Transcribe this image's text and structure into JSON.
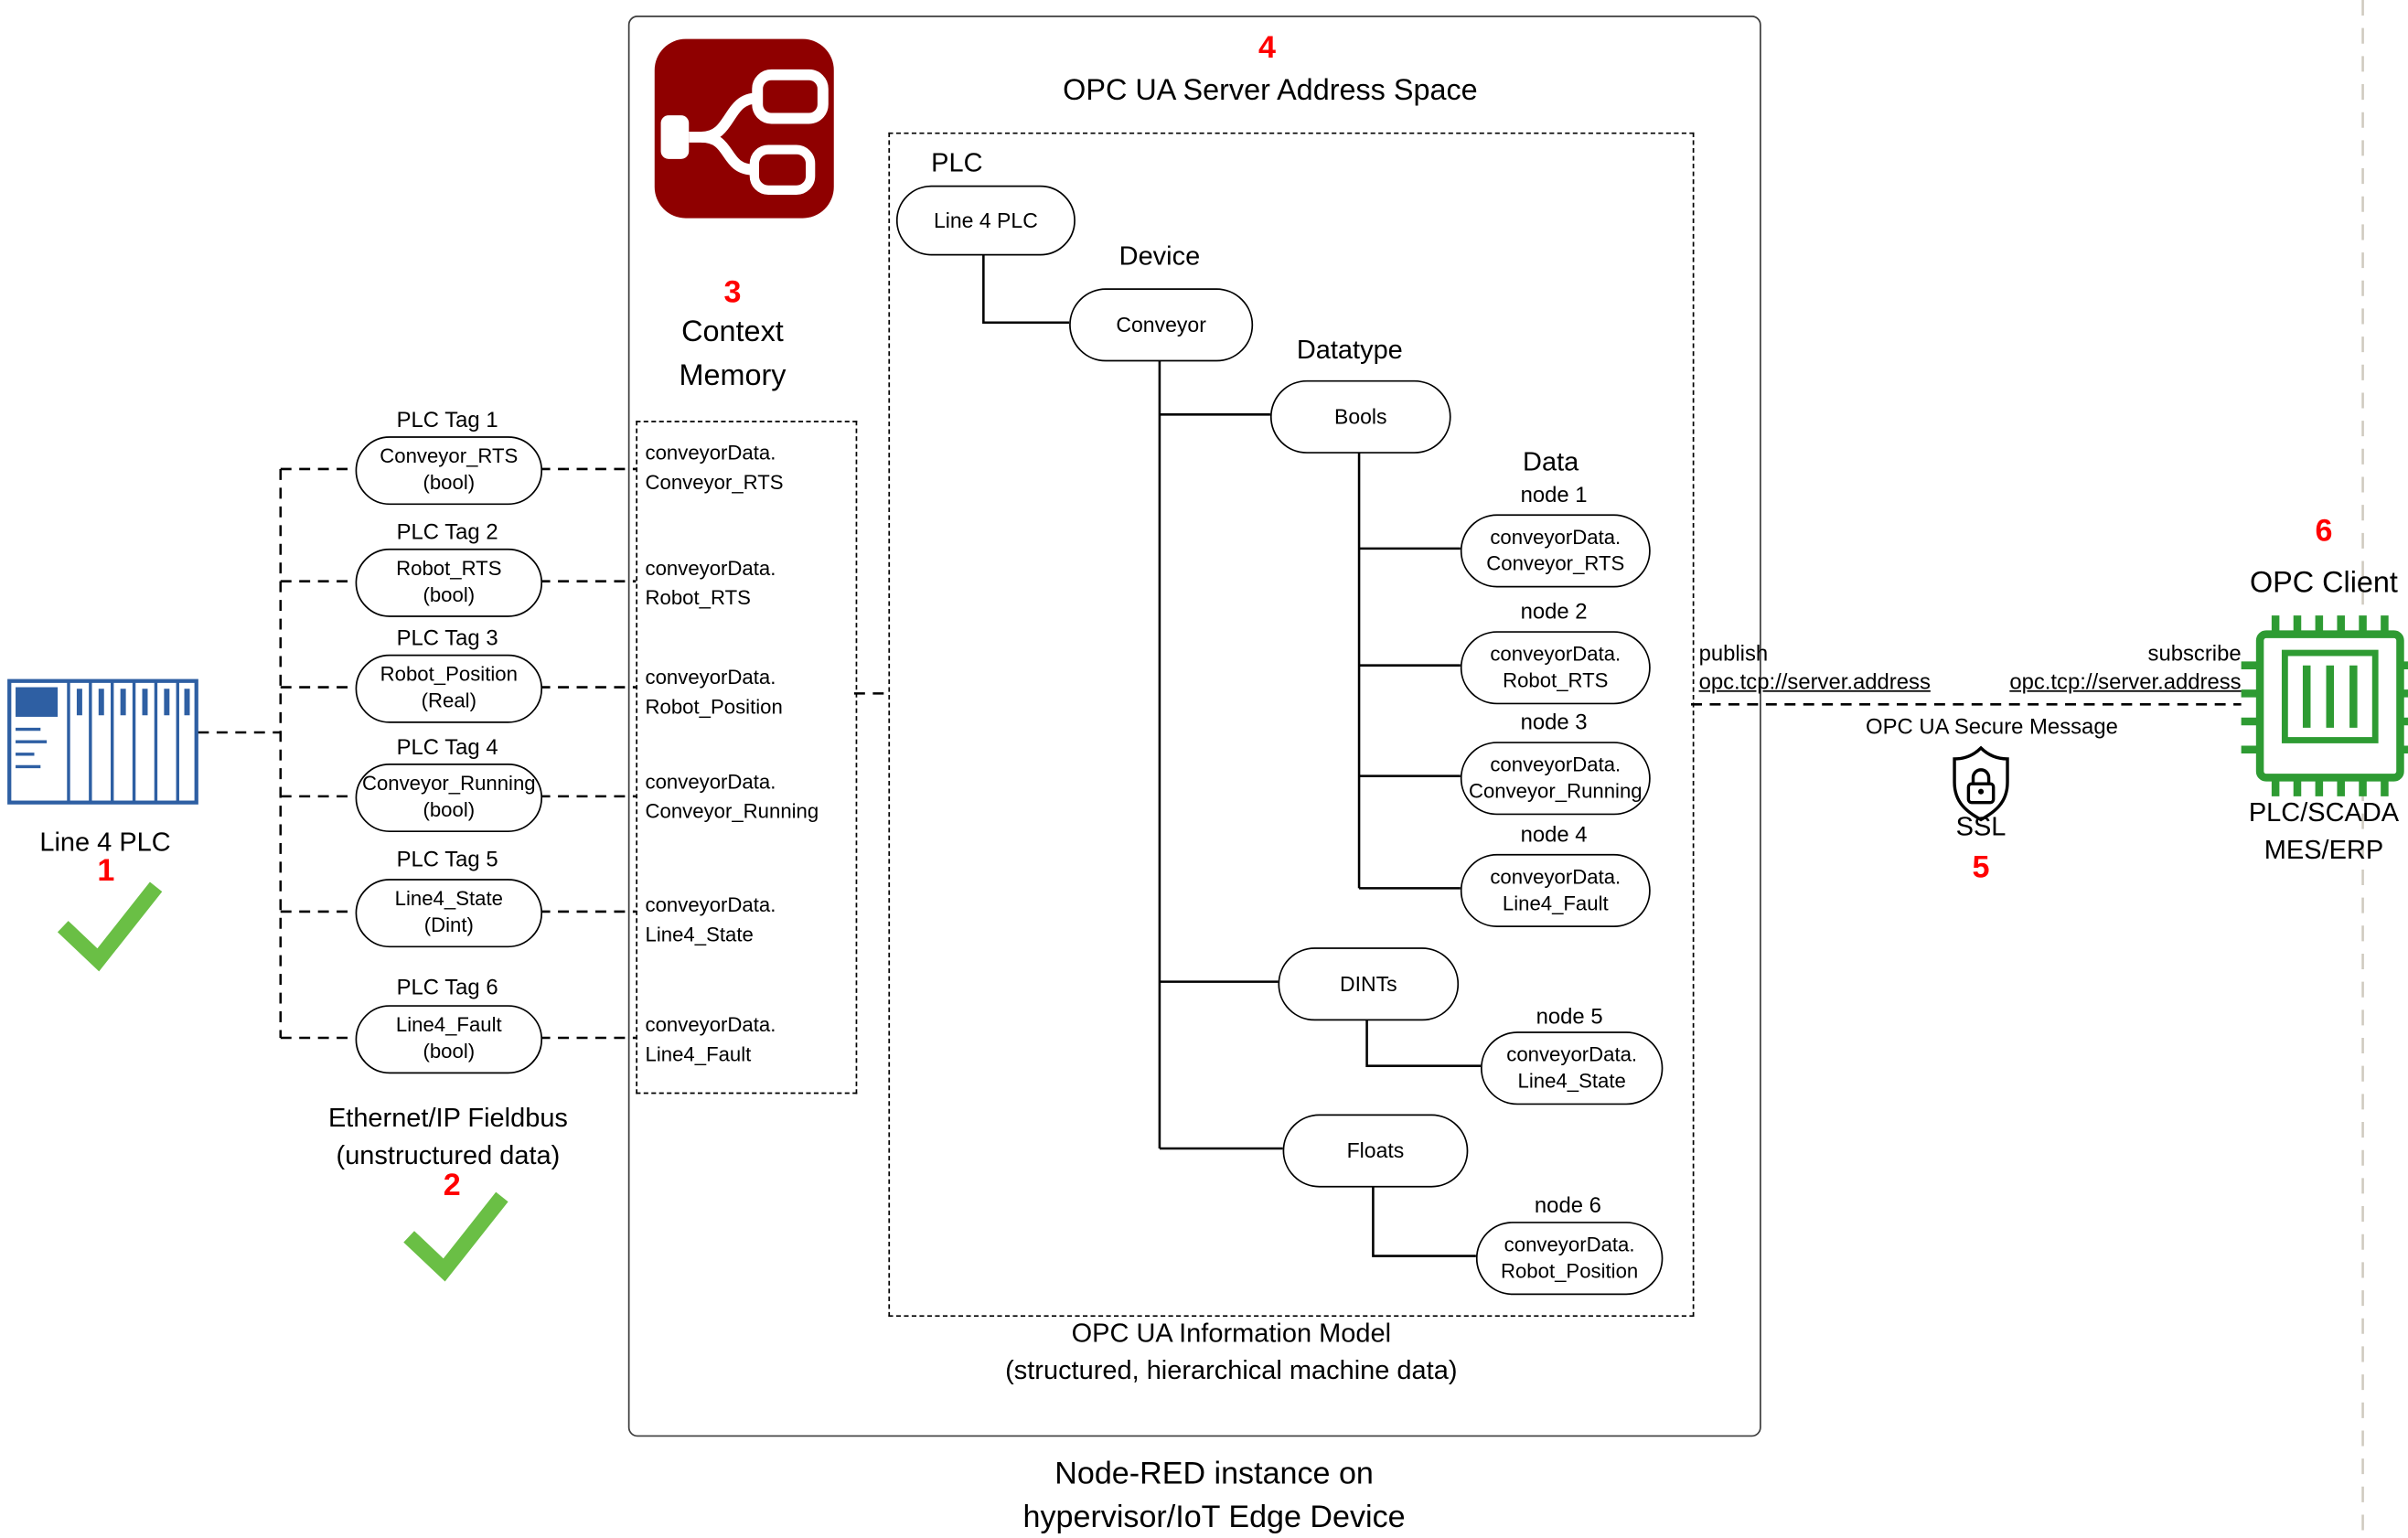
{
  "colors": {
    "node_red_brand": "#8F0000",
    "plc_icon_blue": "#2E5FA3",
    "client_chip_green": "#2E9B33",
    "marker_red": "#FF0000",
    "checkmark_green": "#6ABF45"
  },
  "plc": {
    "caption": "Line 4 PLC",
    "marker": "1"
  },
  "fieldbus": {
    "line1": "Ethernet/IP Fieldbus",
    "line2": "(unstructured data)",
    "marker": "2"
  },
  "tags": [
    {
      "label": "PLC Tag 1",
      "name": "Conveyor_RTS",
      "type": "(bool)"
    },
    {
      "label": "PLC Tag 2",
      "name": "Robot_RTS",
      "type": "(bool)"
    },
    {
      "label": "PLC Tag 3",
      "name": "Robot_Position",
      "type": "(Real)"
    },
    {
      "label": "PLC Tag 4",
      "name": "Conveyor_Running",
      "type": "(bool)"
    },
    {
      "label": "PLC Tag 5",
      "name": "Line4_State",
      "type": "(Dint)"
    },
    {
      "label": "PLC Tag 6",
      "name": "Line4_Fault",
      "type": "(bool)"
    }
  ],
  "context_memory": {
    "marker": "3",
    "title_line1": "Context",
    "title_line2": "Memory",
    "items": [
      {
        "line1": "conveyorData.",
        "line2": "Conveyor_RTS"
      },
      {
        "line1": "conveyorData.",
        "line2": "Robot_RTS"
      },
      {
        "line1": "conveyorData.",
        "line2": "Robot_Position"
      },
      {
        "line1": "conveyorData.",
        "line2": "Conveyor_Running"
      },
      {
        "line1": "conveyorData.",
        "line2": "Line4_State"
      },
      {
        "line1": "conveyorData.",
        "line2": "Line4_Fault"
      }
    ]
  },
  "address_space": {
    "marker": "4",
    "title": "OPC UA Server Address Space",
    "level_labels": {
      "plc": "PLC",
      "device": "Device",
      "datatype": "Datatype",
      "data": "Data"
    },
    "plc_node": "Line 4 PLC",
    "device_node": "Conveyor",
    "datatype_nodes": [
      "Bools",
      "DINTs",
      "Floats"
    ],
    "data_nodes": [
      {
        "label": "node 1",
        "line1": "conveyorData.",
        "line2": "Conveyor_RTS"
      },
      {
        "label": "node 2",
        "line1": "conveyorData.",
        "line2": "Robot_RTS"
      },
      {
        "label": "node 3",
        "line1": "conveyorData.",
        "line2": "Conveyor_Running"
      },
      {
        "label": "node 4",
        "line1": "conveyorData.",
        "line2": "Line4_Fault"
      },
      {
        "label": "node 5",
        "line1": "conveyorData.",
        "line2": "Line4_State"
      },
      {
        "label": "node 6",
        "line1": "conveyorData.",
        "line2": "Robot_Position"
      }
    ],
    "footer_line1": "OPC UA Information Model",
    "footer_line2": "(structured, hierarchical machine data)"
  },
  "node_red": {
    "caption_line1": "Node-RED instance on",
    "caption_line2": "hypervisor/IoT Edge Device"
  },
  "connection": {
    "publish_label": "publish",
    "publish_address": "opc.tcp://server.address",
    "subscribe_label": "subscribe",
    "subscribe_address": "opc.tcp://server.address",
    "secure_message": "OPC UA Secure Message",
    "ssl": "SSL",
    "marker": "5"
  },
  "client": {
    "marker": "6",
    "title": "OPC Client",
    "caption_line1": "PLC/SCADA",
    "caption_line2": "MES/ERP"
  }
}
